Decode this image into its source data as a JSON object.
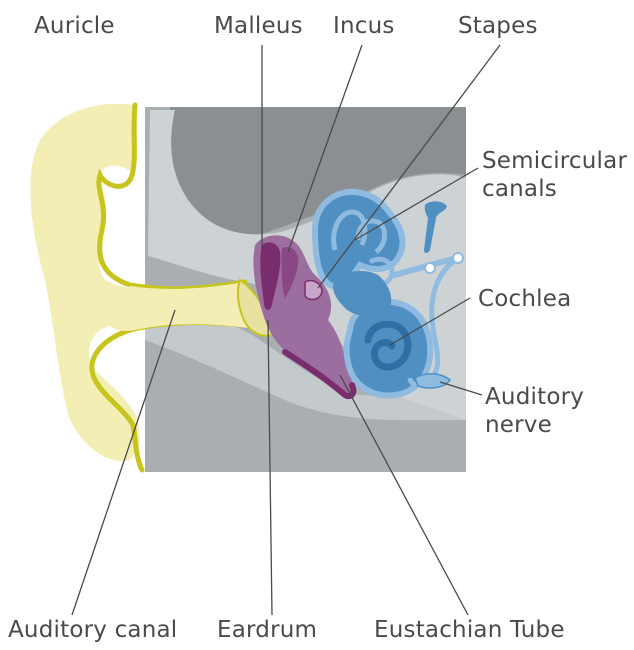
{
  "labels": {
    "auricle": "Auricle",
    "malleus": "Malleus",
    "incus": "Incus",
    "stapes": "Stapes",
    "semicircular_line1": "Semicircular",
    "semicircular_line2": "canals",
    "cochlea": "Cochlea",
    "auditory_nerve_line1": "Auditory",
    "auditory_nerve_line2": "nerve",
    "auditory_canal": "Auditory canal",
    "eardrum": "Eardrum",
    "eustachian_tube": "Eustachian Tube"
  },
  "colors": {
    "auricle_fill": "#f3eeb4",
    "auricle_outline": "#c6c41d",
    "bone_dark": "#8b8f92",
    "bone_mid": "#a9aeb1",
    "tissue_light": "#cdd2d5",
    "middle_ear": "#9b6e9f",
    "middle_ear_dark": "#7a2d6e",
    "inner_ear": "#4f8fc2",
    "inner_ear_light": "#8fbbe0",
    "pointer_line": "#4a4a4a",
    "label_text": "#4a4a4a"
  }
}
